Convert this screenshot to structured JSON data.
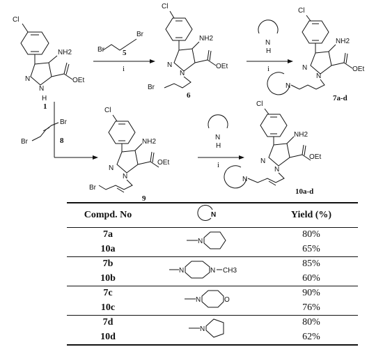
{
  "compounds": {
    "c1": "1",
    "c5": "5",
    "c6": "6",
    "c7": "7a-d",
    "c8": "8",
    "c9": "9",
    "c10": "10a-d"
  },
  "conditions": {
    "step": "i"
  },
  "atoms": {
    "cl": "Cl",
    "nh2": "NH2",
    "oet": "OEt",
    "br": "Br",
    "n": "N",
    "h": "H",
    "o": "O",
    "ch3": "CH3"
  },
  "table": {
    "headers": {
      "compound": "Compd. No",
      "yield": "Yield (%)"
    },
    "rows": [
      {
        "compound": "7a",
        "yield": "80%",
        "amine": "piperidine"
      },
      {
        "compound": "10a",
        "yield": "65%",
        "amine": "piperidine"
      },
      {
        "compound": "7b",
        "yield": "85%",
        "amine": "N-methylpiperazine"
      },
      {
        "compound": "10b",
        "yield": "60%",
        "amine": "N-methylpiperazine"
      },
      {
        "compound": "7c",
        "yield": "90%",
        "amine": "morpholine"
      },
      {
        "compound": "10c",
        "yield": "76%",
        "amine": "morpholine"
      },
      {
        "compound": "7d",
        "yield": "80%",
        "amine": "pyrrolidine"
      },
      {
        "compound": "10d",
        "yield": "62%",
        "amine": "pyrrolidine"
      }
    ]
  }
}
